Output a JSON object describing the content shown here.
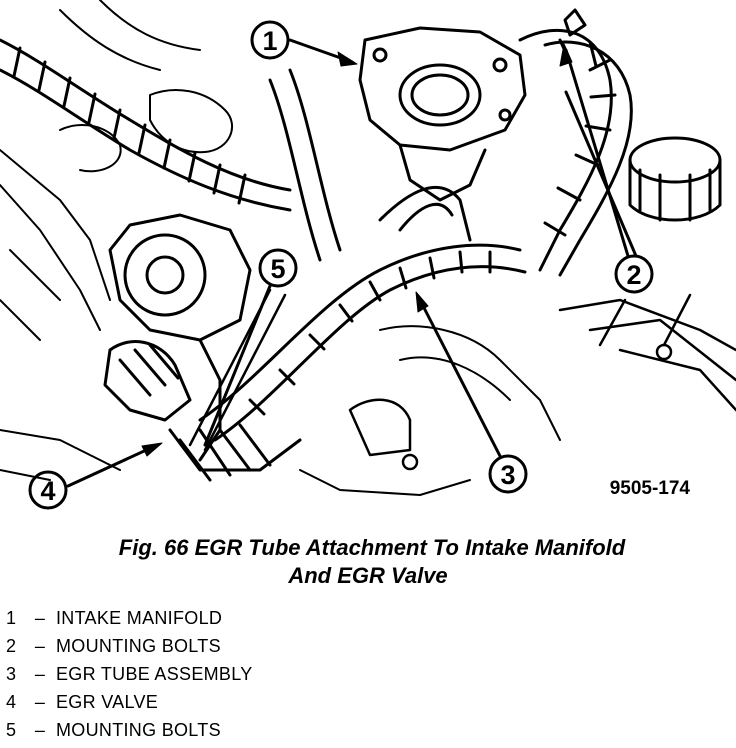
{
  "figure": {
    "id_label": "9505-174",
    "callouts": [
      {
        "num": "1"
      },
      {
        "num": "2"
      },
      {
        "num": "3"
      },
      {
        "num": "4"
      },
      {
        "num": "5"
      }
    ]
  },
  "caption": {
    "line1": "Fig. 66 EGR Tube Attachment To Intake Manifold",
    "line2": "And EGR Valve"
  },
  "legend": [
    {
      "num": "1",
      "dash": "–",
      "text": "INTAKE MANIFOLD"
    },
    {
      "num": "2",
      "dash": "–",
      "text": "MOUNTING BOLTS"
    },
    {
      "num": "3",
      "dash": "–",
      "text": "EGR TUBE ASSEMBLY"
    },
    {
      "num": "4",
      "dash": "–",
      "text": "EGR VALVE"
    },
    {
      "num": "5",
      "dash": "–",
      "text": "MOUNTING BOLTS"
    }
  ]
}
